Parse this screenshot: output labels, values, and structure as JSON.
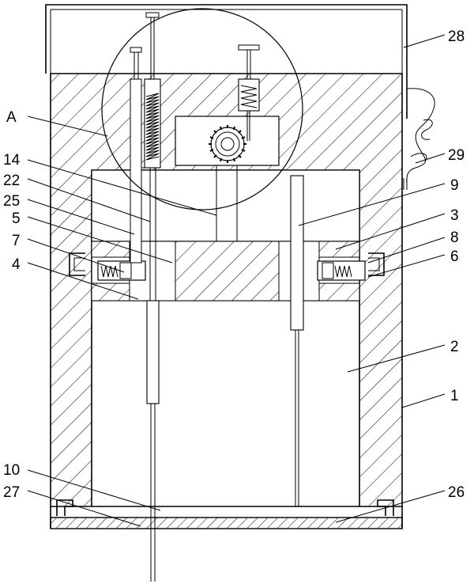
{
  "labels": {
    "l1": "1",
    "l2": "2",
    "l3": "3",
    "l4": "4",
    "l5": "5",
    "l6": "6",
    "l7": "7",
    "l8": "8",
    "l9": "9",
    "l10": "10",
    "l14": "14",
    "l22": "22",
    "l25": "25",
    "l26": "26",
    "l27": "27",
    "l28": "28",
    "l29": "29",
    "lA": "A"
  },
  "icons": {
    "gear": "gear-icon",
    "spring": "coil-spring-icon",
    "cable": "coiled-cable-icon"
  },
  "colors": {
    "line": "#000000",
    "background": "#ffffff"
  }
}
